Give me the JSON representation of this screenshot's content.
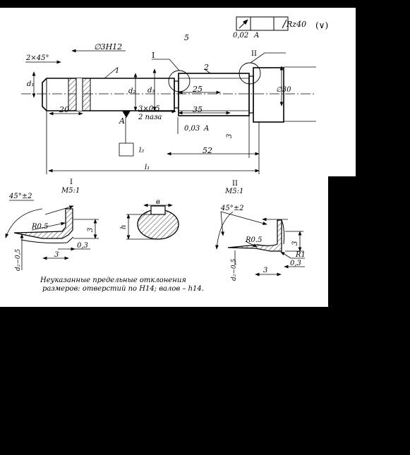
{
  "drawing": {
    "roughness": {
      "value": "Rz40",
      "rest": "(∨)"
    },
    "fcf_top": {
      "tolerance": "0,02",
      "datum": "A"
    },
    "fcf_bottom": {
      "tolerance": "0,03",
      "datum": "A"
    },
    "labels": {
      "pos5": "5",
      "pos1": "1",
      "pos2": "2",
      "pos3": "3",
      "hole": "∅3H12",
      "chamfer": "2×45°",
      "d1": "d₁",
      "d2": "d₂",
      "d3": "d₃",
      "dim25": "25",
      "dim20": "20",
      "dim35": "35",
      "dim52": "52",
      "groove": "3×0,5",
      "groove2": "2 паза",
      "datumA": "A",
      "diam30": "∅30",
      "l1": "l₁",
      "l2": "l₂",
      "markI": "I",
      "markII": "II"
    },
    "detailI": {
      "title": "I",
      "scale": "M5:1",
      "angle": "45°±2",
      "radius": "R0.5",
      "d": "d₂−0,5",
      "w": "3",
      "h": "3",
      "depth": "0,3"
    },
    "section": {
      "b": "в",
      "h": "h"
    },
    "detailII": {
      "title": "II",
      "scale": "M5:1",
      "angle": "45°±2",
      "radius": "R0.5",
      "d": "d₂−0,5",
      "w": "3",
      "h": "3",
      "depth": "0,3",
      "r1": "R1"
    },
    "note_line1": "Неуказанные предельные отклонения",
    "note_line2": "размеров: отверстий по H14; валов – h14."
  }
}
